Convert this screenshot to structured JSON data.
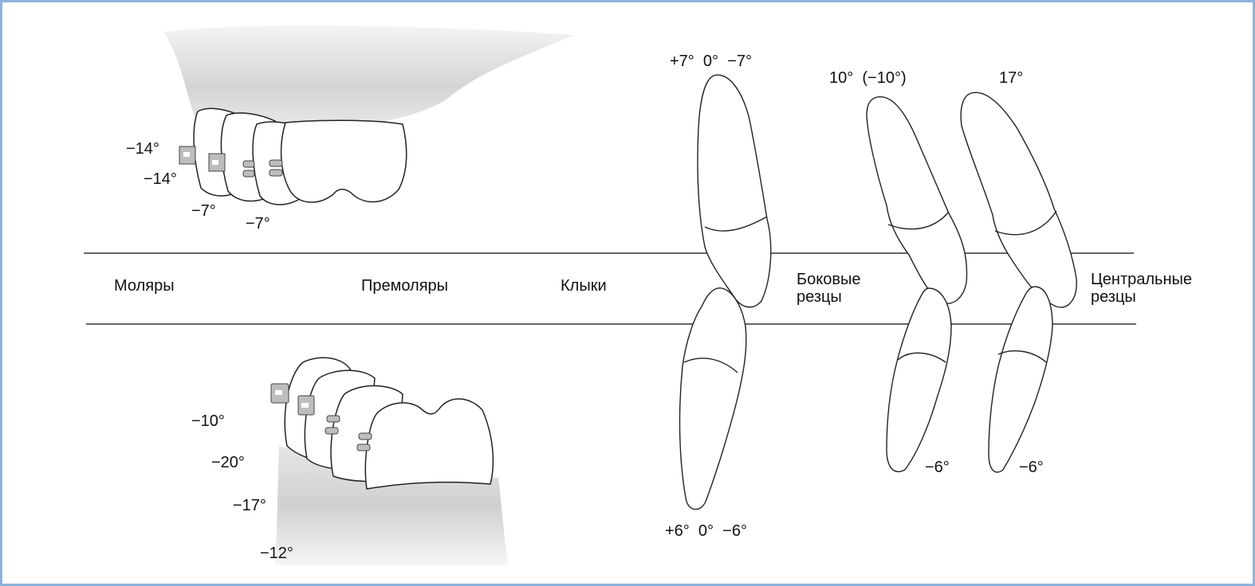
{
  "groups": {
    "molars": "Моляры",
    "premolars": "Премоляры",
    "canines": "Клыки",
    "lateral_incisors": "Боковые резцы",
    "central_incisors": "Центральные резцы"
  },
  "upper": {
    "molar_1": "−14°",
    "molar_2": "−14°",
    "premolar_1": "−7°",
    "premolar_2": "−7°",
    "canine": "+7°  0°  −7°",
    "lateral": "10°  (−10°)",
    "central": "17°"
  },
  "lower": {
    "molar_1": "−10°",
    "molar_2": "−20°",
    "premolar_1": "−17°",
    "premolar_2": "−12°",
    "canine": "+6°  0°  −6°",
    "lateral": "−6°",
    "central": "−6°"
  },
  "colors": {
    "border": "#8db3dc",
    "outline": "#222222",
    "bracket": "#bdbdbd",
    "shade": "#d6d6d6"
  }
}
